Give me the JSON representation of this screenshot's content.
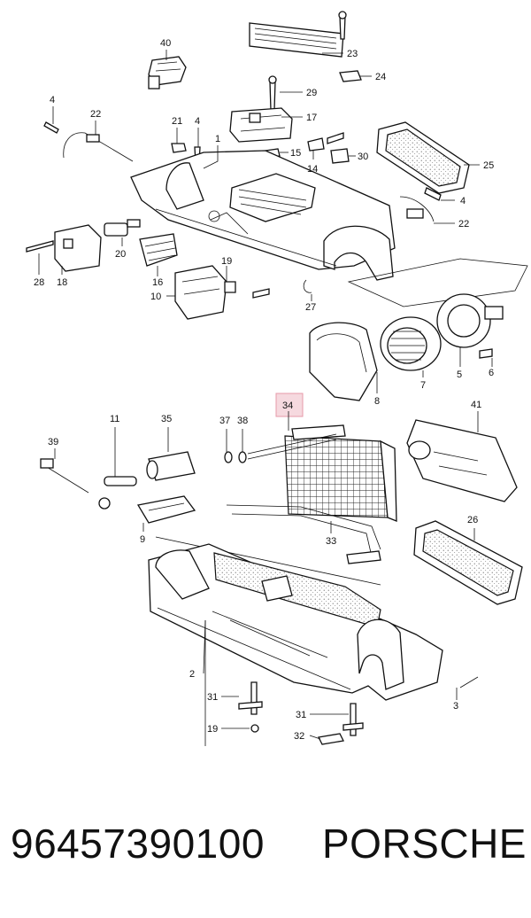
{
  "callouts": [
    {
      "id": "c40",
      "label": "40"
    },
    {
      "id": "c23",
      "label": "23"
    },
    {
      "id": "c24",
      "label": "24"
    },
    {
      "id": "c29",
      "label": "29"
    },
    {
      "id": "c4a",
      "label": "4"
    },
    {
      "id": "c22a",
      "label": "22"
    },
    {
      "id": "c21",
      "label": "21"
    },
    {
      "id": "c4b",
      "label": "4"
    },
    {
      "id": "c1",
      "label": "1"
    },
    {
      "id": "c17",
      "label": "17"
    },
    {
      "id": "c15",
      "label": "15"
    },
    {
      "id": "c14",
      "label": "14"
    },
    {
      "id": "c30",
      "label": "30"
    },
    {
      "id": "c25",
      "label": "25"
    },
    {
      "id": "c4c",
      "label": "4"
    },
    {
      "id": "c22b",
      "label": "22"
    },
    {
      "id": "c20",
      "label": "20"
    },
    {
      "id": "c28",
      "label": "28"
    },
    {
      "id": "c18",
      "label": "18"
    },
    {
      "id": "c16",
      "label": "16"
    },
    {
      "id": "c19a",
      "label": "19"
    },
    {
      "id": "c10",
      "label": "10"
    },
    {
      "id": "c27",
      "label": "27"
    },
    {
      "id": "c8",
      "label": "8"
    },
    {
      "id": "c7",
      "label": "7"
    },
    {
      "id": "c5",
      "label": "5"
    },
    {
      "id": "c6",
      "label": "6"
    },
    {
      "id": "c34",
      "label": "34"
    },
    {
      "id": "c11",
      "label": "11"
    },
    {
      "id": "c35",
      "label": "35"
    },
    {
      "id": "c37",
      "label": "37"
    },
    {
      "id": "c38",
      "label": "38"
    },
    {
      "id": "c41",
      "label": "41"
    },
    {
      "id": "c39",
      "label": "39"
    },
    {
      "id": "c9",
      "label": "9"
    },
    {
      "id": "c33",
      "label": "33"
    },
    {
      "id": "c26",
      "label": "26"
    },
    {
      "id": "c2",
      "label": "2"
    },
    {
      "id": "c3",
      "label": "3"
    },
    {
      "id": "c31a",
      "label": "31"
    },
    {
      "id": "c31b",
      "label": "31"
    },
    {
      "id": "c19b",
      "label": "19"
    },
    {
      "id": "c32",
      "label": "32"
    }
  ],
  "highlighted_callout": "34",
  "footer": {
    "part_number": "96457390100",
    "brand": "PORSCHE"
  }
}
